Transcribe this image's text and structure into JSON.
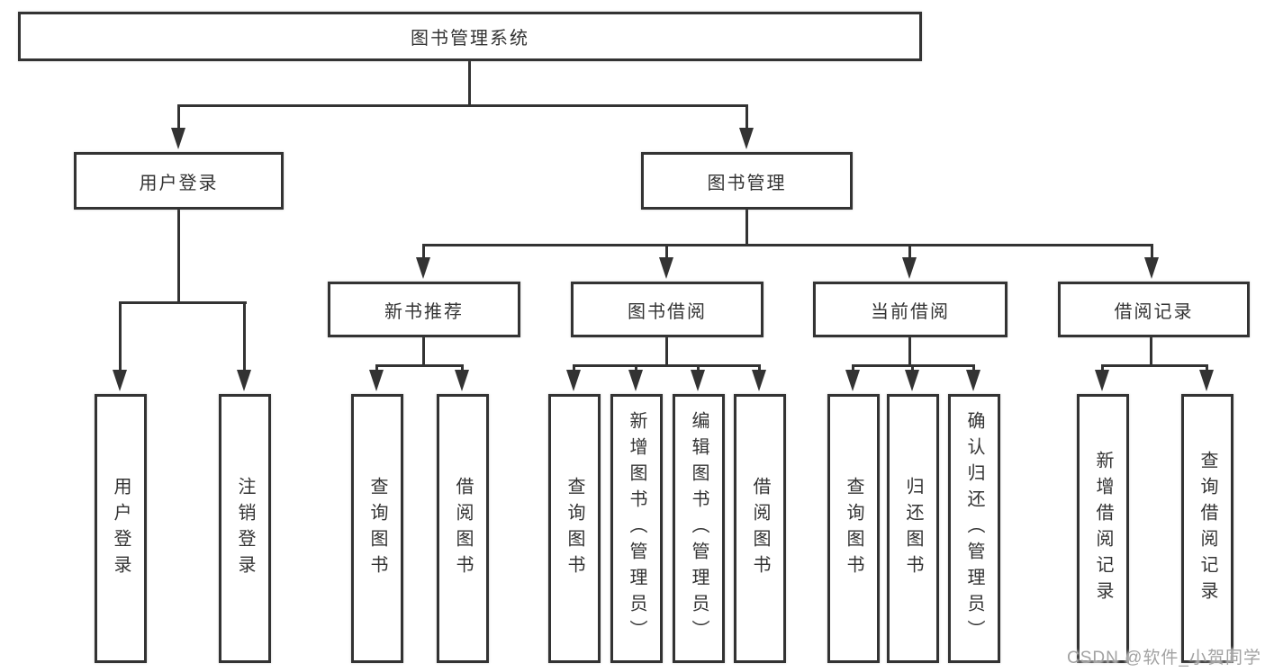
{
  "diagram": {
    "title": "图书管理系统",
    "type": "hierarchy",
    "tree": {
      "label": "图书管理系统",
      "children": [
        {
          "label": "用户登录",
          "children": [
            {
              "label": "用户登录"
            },
            {
              "label": "注销登录"
            }
          ]
        },
        {
          "label": "图书管理",
          "children": [
            {
              "label": "新书推荐",
              "children": [
                {
                  "label": "查询图书"
                },
                {
                  "label": "借阅图书"
                }
              ]
            },
            {
              "label": "图书借阅",
              "children": [
                {
                  "label": "查询图书"
                },
                {
                  "label": "新增图书（管理员）"
                },
                {
                  "label": "编辑图书（管理员）"
                },
                {
                  "label": "借阅图书"
                }
              ]
            },
            {
              "label": "当前借阅",
              "children": [
                {
                  "label": "查询图书"
                },
                {
                  "label": "归还图书"
                },
                {
                  "label": "确认归还（管理员）"
                }
              ]
            },
            {
              "label": "借阅记录",
              "children": [
                {
                  "label": "新增借阅记录"
                },
                {
                  "label": "查询借阅记录"
                }
              ]
            }
          ]
        }
      ]
    }
  },
  "watermark": {
    "text": "CSDN @软件_小贺同学"
  },
  "colors": {
    "line": "#333333",
    "box_border": "#333333",
    "text": "#333333",
    "watermark": "#a2a2a2",
    "background": "#ffffff"
  }
}
